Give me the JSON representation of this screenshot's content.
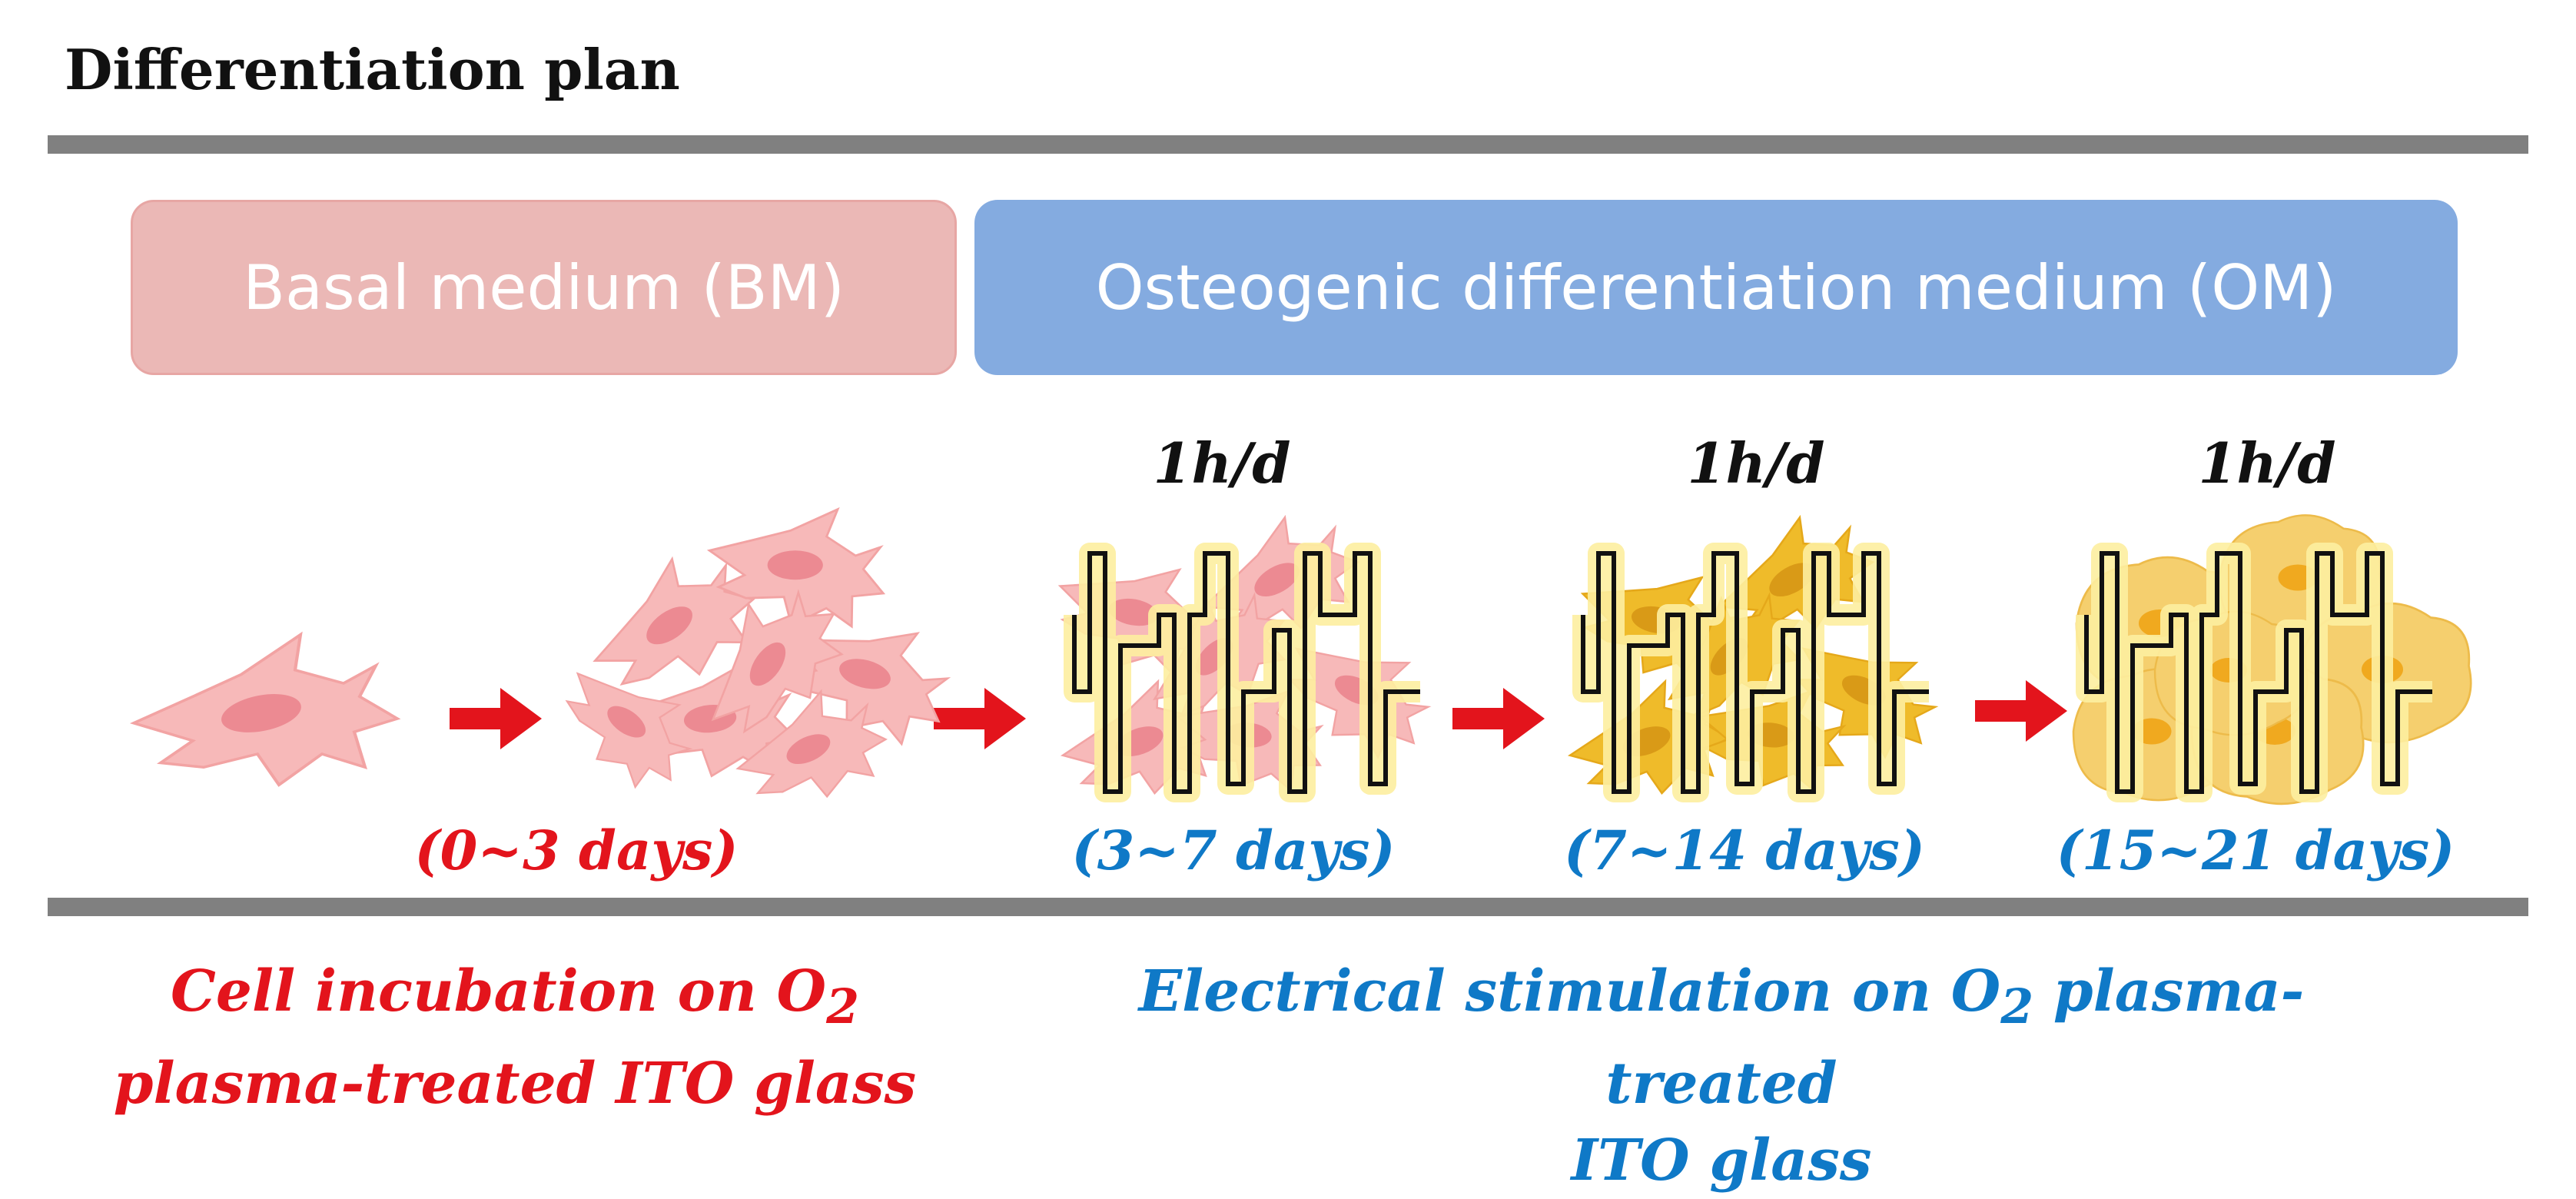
{
  "title": "Differentiation plan",
  "media": {
    "basal": "Basal medium (BM)",
    "osteogenic": "Osteogenic differentiation medium (OM)"
  },
  "stimulation": {
    "rate_1": "1h/d",
    "rate_2": "1h/d",
    "rate_3": "1h/d"
  },
  "durations": {
    "incubation": "(0~3 days)",
    "stage_1": "(3~7 days)",
    "stage_2": "(7~14 days)",
    "stage_3": "(15~21 days)"
  },
  "phases": {
    "incubation_line1": "Cell incubation on O",
    "incubation_sub": "2",
    "incubation_line2": "plasma-treated ITO glass",
    "stimulation_line1a": "Electrical stimulation on O",
    "stimulation_sub": "2",
    "stimulation_line1b": " plasma-treated",
    "stimulation_line2": "ITO glass"
  },
  "colors": {
    "basal_box": "#ebb8b6",
    "osteogenic_box": "#84abe0",
    "incubation_text": "#e3141c",
    "stimulation_text": "#0f79c7",
    "arrow": "#e3141c",
    "stem_cell": "#f7b9b9",
    "mid_cell": "#efbb2a",
    "late_cell": "#f5cf6e",
    "rule": "#808080"
  }
}
